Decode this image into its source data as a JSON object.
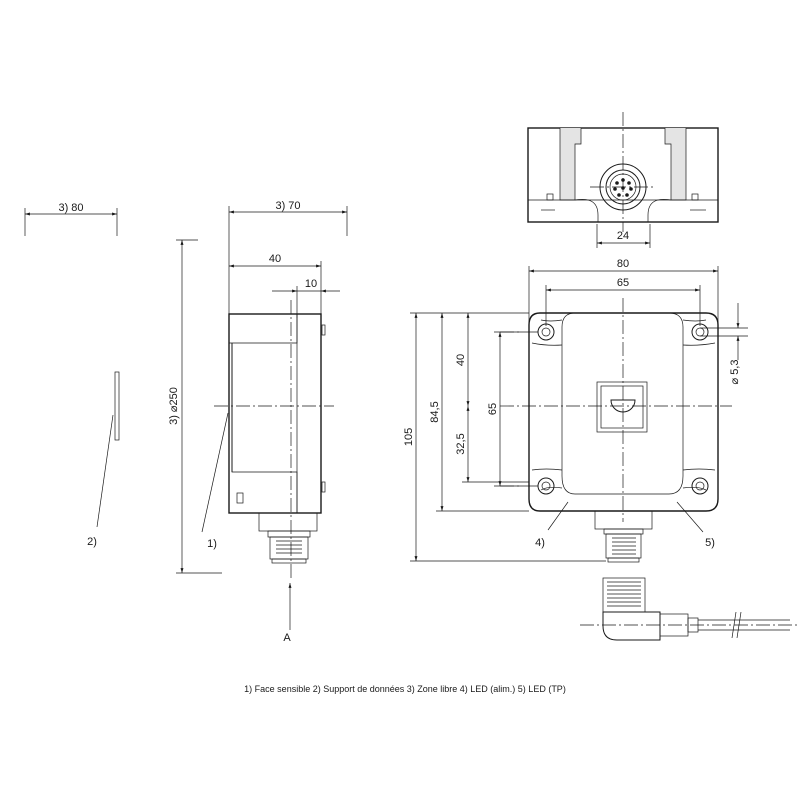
{
  "dimensions": {
    "zone_left": "3) 80",
    "zone_mid": "3) 70",
    "side_40": "40",
    "side_10": "10",
    "dia_250": "3) ⌀250",
    "top_24": "24",
    "front_80": "80",
    "front_65": "65",
    "v_105": "105",
    "v_84_5": "84,5",
    "v_40": "40",
    "v_32_5": "32,5",
    "v_65": "65",
    "hole_5_3": "⌀ 5,3"
  },
  "callouts": {
    "c1": "1)",
    "c2": "2)",
    "c4": "4)",
    "c5": "5)",
    "view_a": "A"
  },
  "legend": "1) Face sensible  2) Support de données  3) Zone libre  4) LED (alim.)  5) LED (TP)"
}
